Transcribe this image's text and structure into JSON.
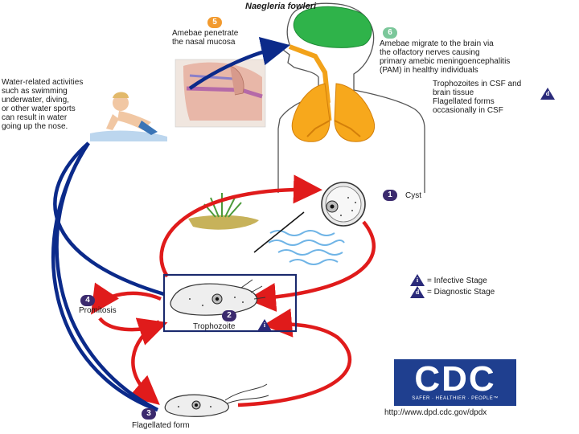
{
  "title": "Naegleria fowleri",
  "steps": {
    "s1": {
      "num": "1",
      "label": "Cyst"
    },
    "s2": {
      "num": "2",
      "label": "Trophozoite"
    },
    "s3": {
      "num": "3",
      "label": "Flagellated form"
    },
    "s4": {
      "num": "4",
      "label": "Promitosis"
    },
    "s5": {
      "num": "5",
      "line1": "Amebae penetrate",
      "line2": "the nasal mucosa"
    },
    "s6": {
      "num": "6",
      "line1": "Amebae migrate to the brain via",
      "line2": "the olfactory nerves causing",
      "line3": "primary amebic meningoencephalitis",
      "line4": "(PAM) in healthy individuals"
    }
  },
  "csf": {
    "line1": "Trophozoites in CSF and",
    "line2": "brain tissue",
    "line3": "Flagellated forms",
    "line4": "occasionally in CSF"
  },
  "water": {
    "line1": "Water-related activities",
    "line2": "such as swimming",
    "line3": "underwater, diving,",
    "line4": "or other water sports",
    "line5": "can result in water",
    "line6": "going up the nose."
  },
  "legend": {
    "infective_letter": "i",
    "infective": "= Infective Stage",
    "diagnostic_letter": "d",
    "diagnostic": "= Diagnostic Stage"
  },
  "logo": {
    "text": "CDC",
    "tagline": "SAFER · HEALTHIER · PEOPLE™"
  },
  "url": "http://www.dpd.cdc.gov/dpdx",
  "colors": {
    "blue_arrow": "#0b2a8a",
    "red_arrow": "#e01b1b",
    "brain": "#2fb34a",
    "lungs": "#f2a21a",
    "highlight_box": "#1b2a6e"
  }
}
